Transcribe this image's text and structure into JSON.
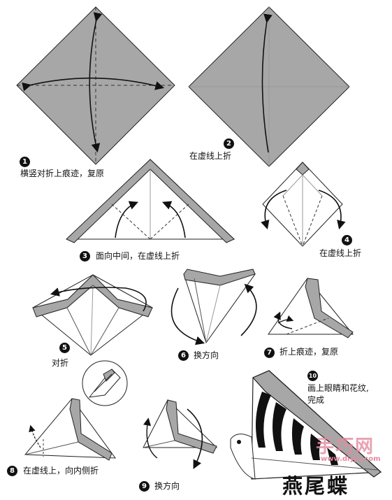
{
  "steps": [
    {
      "num": "1",
      "text": "横竖对折上痕迹，复原"
    },
    {
      "num": "2",
      "text": "在虚线上折"
    },
    {
      "num": "3",
      "text": "面向中间，在虚线上折"
    },
    {
      "num": "4",
      "text": "在虚线上折"
    },
    {
      "num": "5",
      "text": "对折"
    },
    {
      "num": "6",
      "text": "换方向"
    },
    {
      "num": "7",
      "text": "折上痕迹，复原"
    },
    {
      "num": "8",
      "text": "在虚线上，向内侧折"
    },
    {
      "num": "9",
      "text": "换方向"
    },
    {
      "num": "10",
      "text": "画上眼睛和花纹,",
      "text2": "完成"
    }
  ],
  "title": "燕尾蝶",
  "watermark": {
    "site": "手巧网",
    "url": "www.diyju.com"
  },
  "colors": {
    "paper_gray": "#a7a7a7",
    "outline": "#222222",
    "watermark": "#e58aa0"
  }
}
